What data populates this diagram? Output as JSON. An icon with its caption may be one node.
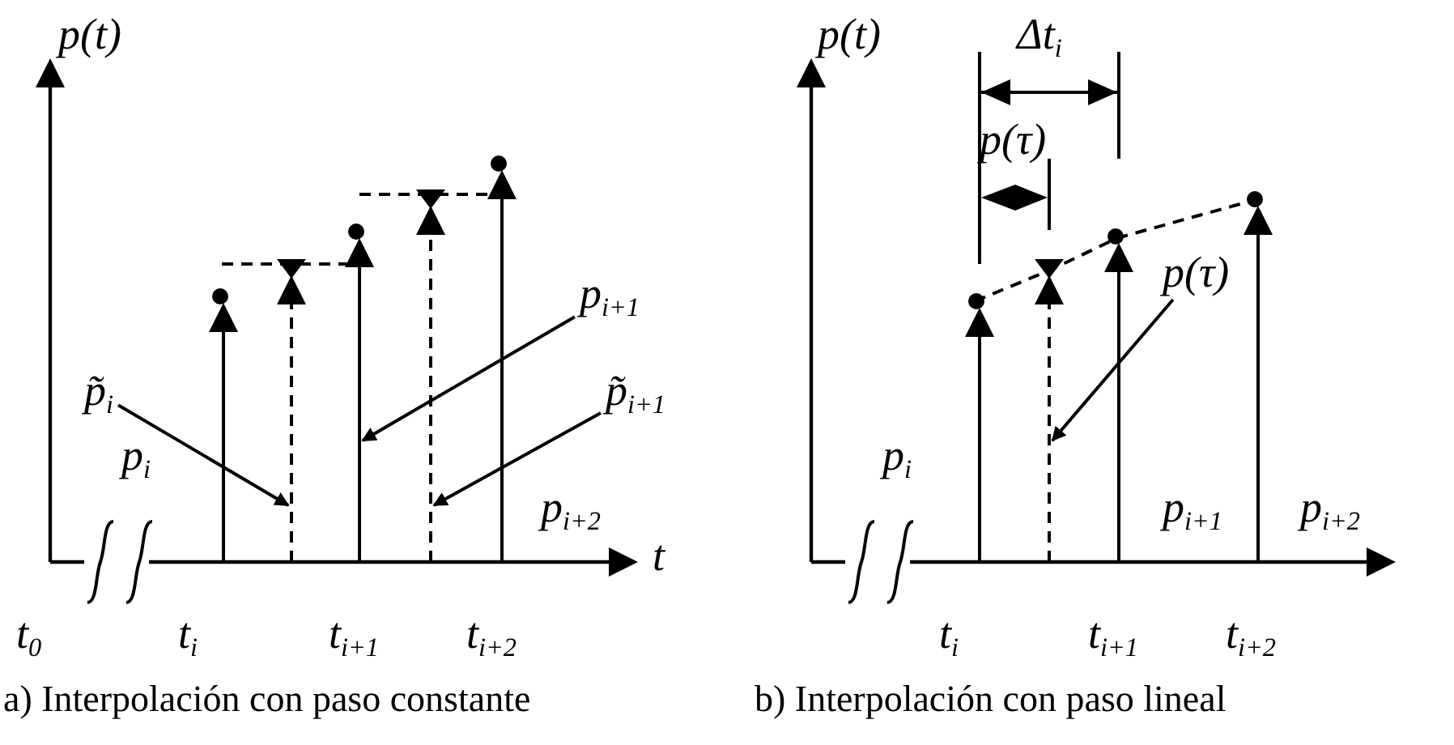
{
  "diagram": {
    "nodes": [
      {
        "text": [
          "p̃$_{i}$"
        ]
      },
      {
        "text": [
          "p$_{i+1}$"
        ]
      },
      {
        "text": [
          "p̃$_{i+1}$"
        ]
      },
      {
        "text": [
          "p(τ)"
        ]
      }
    ],
    "edges": [
      {
        "from": 0,
        "to": null,
        "arrow": "to"
      },
      {
        "from": 1,
        "to": null,
        "arrow": "to"
      },
      {
        "from": 2,
        "to": null,
        "arrow": "to"
      },
      {
        "from": 3,
        "to": null,
        "arrow": "to"
      }
    ],
    "labels": [
      "p(t)",
      "p$_{i}$",
      "p$_{i+2}$",
      "t",
      "t$_{0}$",
      "t$_{i}$",
      "t$_{i+1}$",
      "t$_{i+2}$",
      "a) Interpolación con paso constante",
      "p(t)",
      "Δt$_{i}$",
      "p(τ)",
      "p$_{i}$",
      "p$_{i+1}$",
      "p$_{i+2}$",
      "t$_{i}$",
      "t$_{i+1}$",
      "t$_{i+2}$",
      "b) Interpolación con paso lineal"
    ]
  }
}
